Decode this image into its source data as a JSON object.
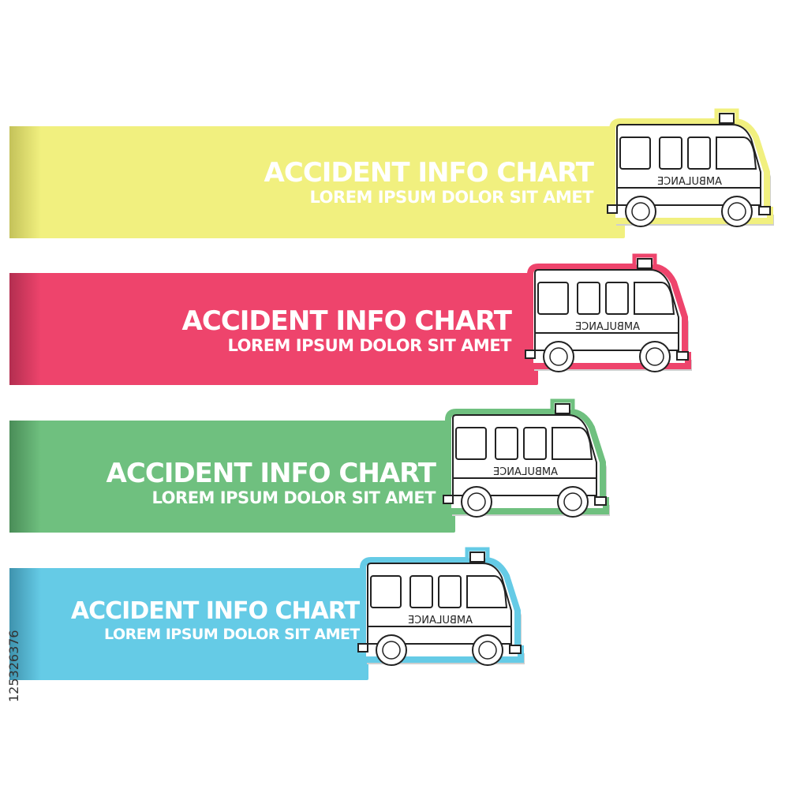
{
  "side_id": "125326376",
  "banners": [
    {
      "title": "ACCIDENT INFO CHART",
      "subtitle": "LOREM IPSUM  DOLOR SIT AMET",
      "color": "#f1f07f",
      "outline": "#f1f07f",
      "curl": "#c4c25a",
      "sign": "AMBULANCE"
    },
    {
      "title": "ACCIDENT INFO CHART",
      "subtitle": "LOREM IPSUM  DOLOR SIT AMET",
      "color": "#ee446c",
      "outline": "#ee446c",
      "curl": "#b32e50",
      "sign": "AMBULANCE"
    },
    {
      "title": "ACCIDENT INFO CHART",
      "subtitle": "LOREM IPSUM  DOLOR SIT AMET",
      "color": "#6fc07f",
      "outline": "#6fc07f",
      "curl": "#4a8d58",
      "sign": "AMBULANCE"
    },
    {
      "title": "ACCIDENT INFO CHART",
      "subtitle": "LOREM IPSUM  DOLOR SIT AMET",
      "color": "#65cbe6",
      "outline": "#65cbe6",
      "curl": "#3f93ae",
      "sign": "AMBULANCE"
    }
  ]
}
